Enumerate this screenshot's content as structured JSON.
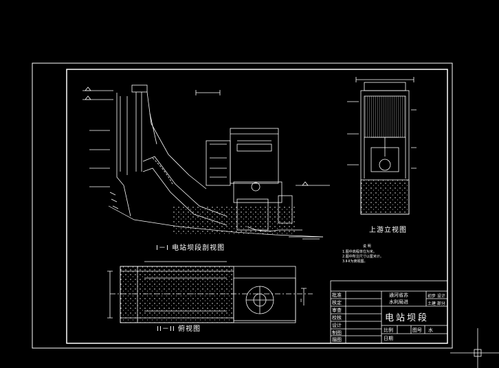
{
  "views": {
    "section_title": "I－I 电站坝段剖视图",
    "plan_title": "II－II 俯视图",
    "upstream_title": "上游立视图",
    "plan_cut_marker": "I"
  },
  "notes": {
    "heading": "说 明",
    "lines": [
      "1.图中高程单位为米。",
      "2.图中所注尺寸以厘米计。",
      "3.Ⅱ-Ⅱ为俯视图。"
    ]
  },
  "title_block": {
    "roles": [
      "批准",
      "核定",
      "审查",
      "校核",
      "设计",
      "制图",
      "描图"
    ],
    "institute_line1": "通河省苏",
    "institute_line2": "水利局进",
    "phase_label": "初步 设计",
    "discipline_label": "土建 部分",
    "drawing_title": "电站坝段",
    "scale_label": "比例",
    "drawing_no_label": "图号",
    "drawing_no_value": "水",
    "date_label": "日期"
  },
  "colors": {
    "background": "#000000",
    "line": "#ffffff",
    "accent": "#ffffff"
  }
}
